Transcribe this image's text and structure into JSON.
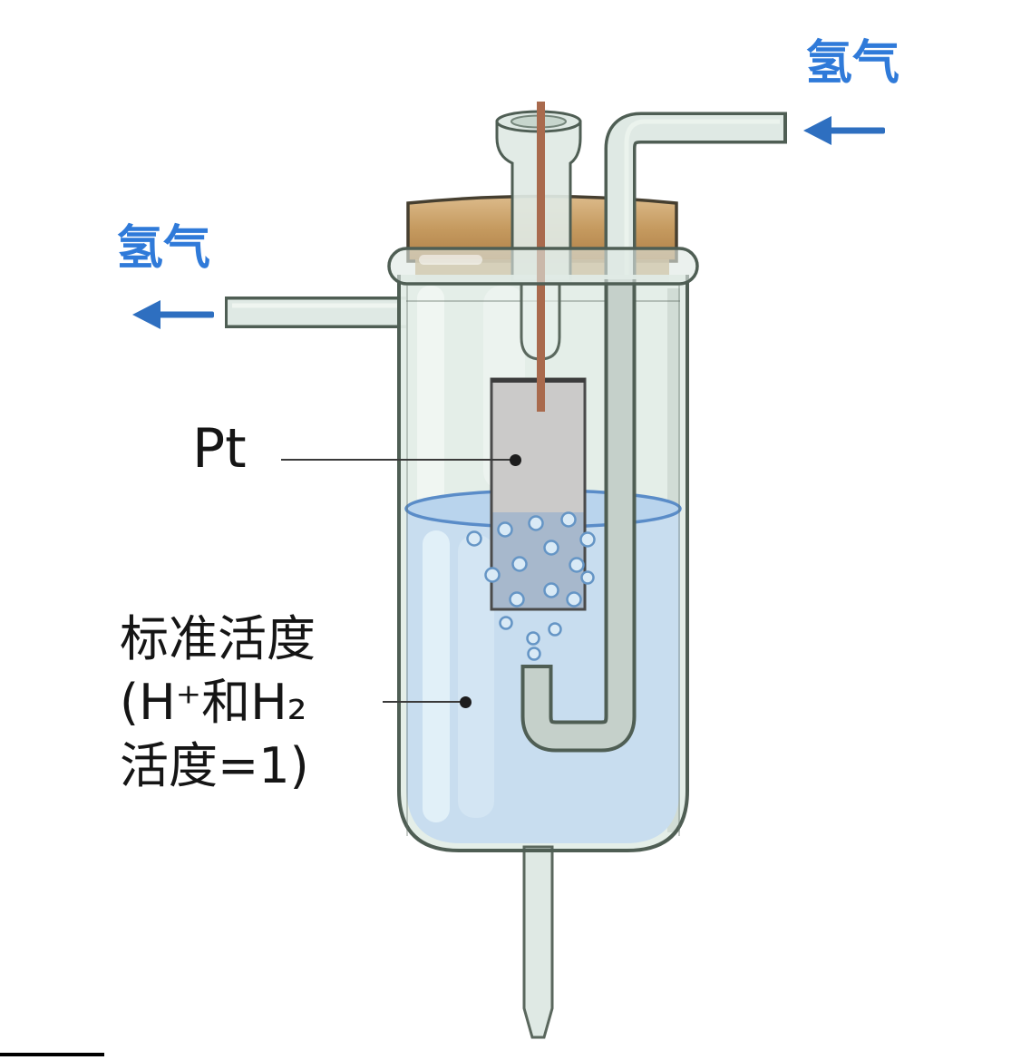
{
  "labels": {
    "hydrogen_inlet": "氢气",
    "hydrogen_outlet": "氢气",
    "electrode": "Pt",
    "solution_line1": "标准活度",
    "solution_line2": "(H⁺和H₂",
    "solution_line3": "活度=1)"
  },
  "colors": {
    "label-blue": "#2f7ad9",
    "arrow-blue": "#2e6fc0",
    "glass-fill": "#dfe9e4",
    "glass-stroke": "#4f5e54",
    "cork-mid": "#c59a5f",
    "liquid": "#c8ddef",
    "liquid-stroke": "#5a8cc8",
    "electrode-gray": "#cbcac9",
    "wire-copper": "#a96a4d",
    "text-black": "#151515"
  }
}
